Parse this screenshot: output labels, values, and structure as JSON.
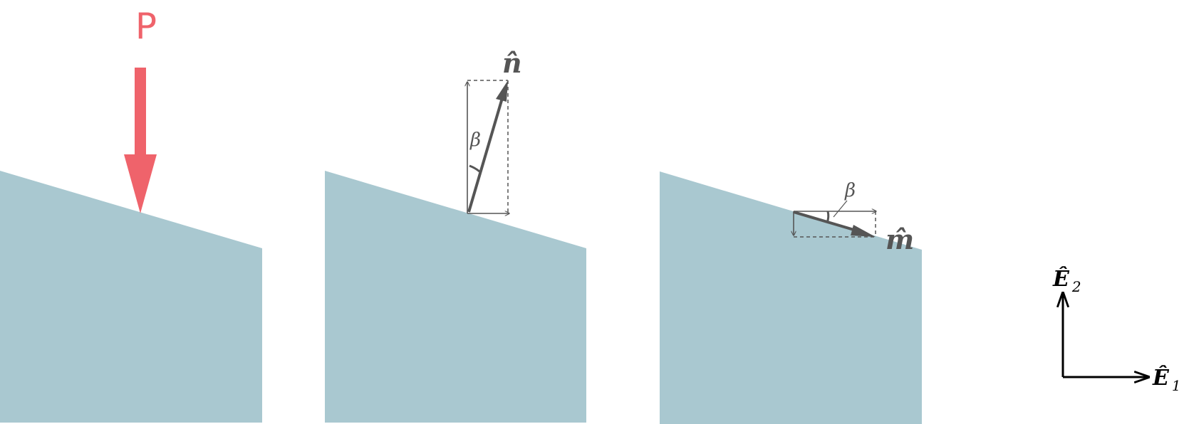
{
  "colors": {
    "block": "#a9c8d0",
    "load": "#ef636b",
    "vector": "#555555",
    "axes": "#000000"
  },
  "panel1": {
    "load_label": "P"
  },
  "panel2": {
    "vector_label": "n̂",
    "angle_label": "β"
  },
  "panel3": {
    "vector_label": "m̂",
    "angle_label": "β"
  },
  "axes": {
    "e1_label": "Ê",
    "e1_sub": "1",
    "e2_label": "Ê",
    "e2_sub": "2"
  }
}
